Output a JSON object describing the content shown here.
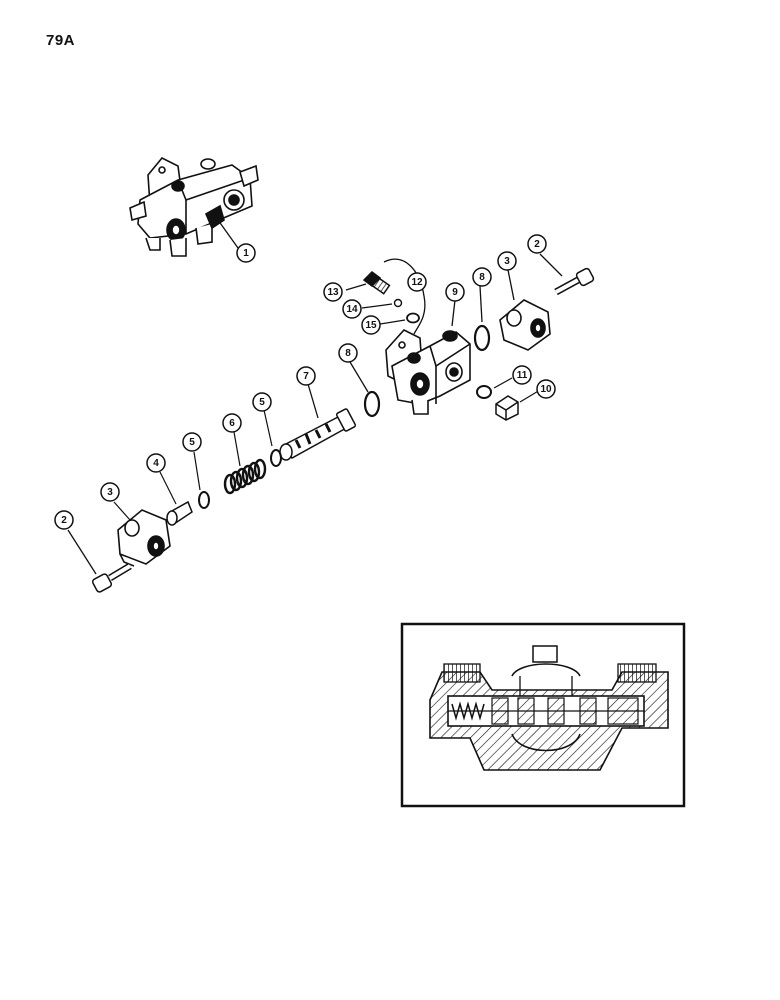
{
  "page": {
    "number": "79A"
  },
  "callouts": [
    {
      "id": "c1",
      "label": "1"
    },
    {
      "id": "c2a",
      "label": "2"
    },
    {
      "id": "c2b",
      "label": "2"
    },
    {
      "id": "c3a",
      "label": "3"
    },
    {
      "id": "c3b",
      "label": "3"
    },
    {
      "id": "c4",
      "label": "4"
    },
    {
      "id": "c5a",
      "label": "5"
    },
    {
      "id": "c5b",
      "label": "5"
    },
    {
      "id": "c6",
      "label": "6"
    },
    {
      "id": "c7",
      "label": "7"
    },
    {
      "id": "c8a",
      "label": "8"
    },
    {
      "id": "c8b",
      "label": "8"
    },
    {
      "id": "c9",
      "label": "9"
    },
    {
      "id": "c10",
      "label": "10"
    },
    {
      "id": "c11",
      "label": "11"
    },
    {
      "id": "c12",
      "label": "12"
    },
    {
      "id": "c13",
      "label": "13"
    },
    {
      "id": "c14",
      "label": "14"
    },
    {
      "id": "c15",
      "label": "15"
    }
  ]
}
